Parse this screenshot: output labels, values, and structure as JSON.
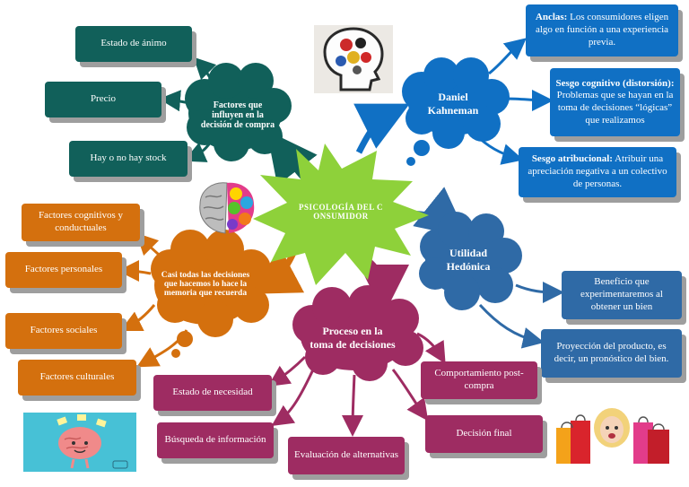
{
  "center": {
    "label": "PSICOLOGÍA DEL CONSUMIDOR"
  },
  "factores": {
    "title": "Factores que influyen en la decisión de compra",
    "items": [
      "Estado de ánimo",
      "Precio",
      "Hay o no hay stock"
    ]
  },
  "kahneman": {
    "title": "Daniel Kahneman",
    "items": [
      {
        "term": "Anclas:",
        "text": " Los consumidores eligen algo en función a una experiencia previa."
      },
      {
        "term": "Sesgo cognitivo (distorsión):",
        "text": " Problemas que se hayan en la toma de decisiones “lógicas” que realizamos"
      },
      {
        "term": "Sesgo atribucional:",
        "text": " Atribuir una apreciación negativa a un colectivo de personas."
      }
    ]
  },
  "utilidad": {
    "title": "Utilidad Hedónica",
    "items": [
      "Beneficio que experimentaremos al obtener un bien",
      "Proyección del producto, es decir, un pronóstico del bien."
    ]
  },
  "memoria": {
    "title": "Casi todas las decisiones que hacemos lo hace la memoria que recuerda",
    "items": [
      "Factores cognitivos y conductuales",
      "Factores personales",
      "Factores sociales",
      "Factores culturales"
    ]
  },
  "proceso": {
    "title": "Proceso en la toma de decisiones",
    "items": [
      "Estado de necesidad",
      "Búsqueda de información",
      "Evaluación de alternativas",
      "Decisión final",
      "Comportamiento post-compra"
    ]
  },
  "colors": {
    "teal": "#11605a",
    "blue": "#1070c4",
    "steel": "#2f6aa6",
    "orange": "#d4700e",
    "plum": "#9e2c62",
    "center": "#8ed13a"
  },
  "icons": [
    "brain-logos-icon",
    "colorful-brain-icon",
    "brain-character-icon",
    "shopping-woman-icon"
  ]
}
